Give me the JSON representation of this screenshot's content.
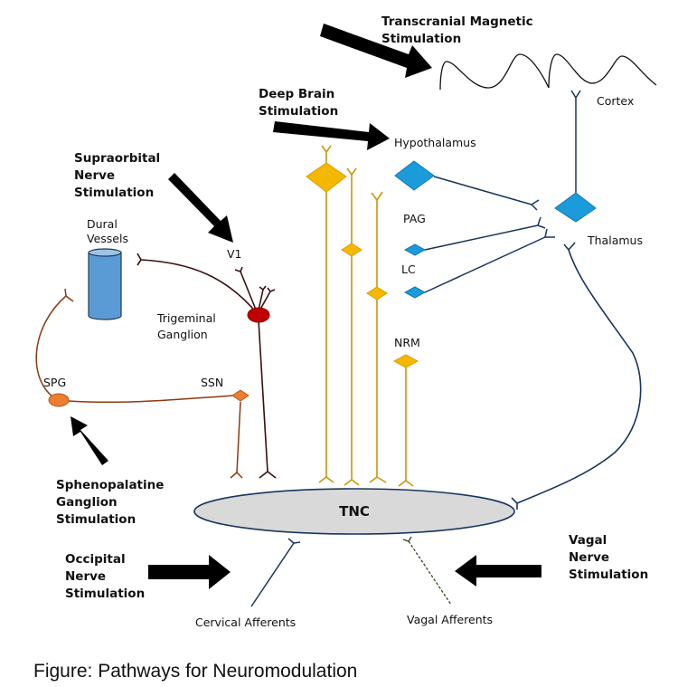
{
  "caption": "Figure: Pathways for Neuromodulation",
  "colors": {
    "yellow_neuron": "#F5B800",
    "yellow_axon": "#C8960A",
    "blue_neuron": "#1C9BDB",
    "blue_axon": "#17365D",
    "trigeminal": "#C00000",
    "trigeminal_axon": "#3A0F0F",
    "spg": "#ED7D31",
    "spg_axon": "#8B3A10",
    "vessel": "#5B9BD5",
    "tnc_fill": "#D9D9D9",
    "arrow": "#000000"
  },
  "stimulations": {
    "tms": [
      "Transcranial  Magnetic",
      "Stimulation"
    ],
    "dbs": [
      "Deep Brain",
      "Stimulation"
    ],
    "son": [
      "Supraorbital",
      "Nerve",
      "Stimulation"
    ],
    "spg": [
      "Sphenopalatine",
      "Ganglion",
      "Stimulation"
    ],
    "on": [
      "Occipital",
      "Nerve",
      "Stimulation"
    ],
    "vns": [
      "Vagal",
      "Nerve",
      "Stimulation"
    ]
  },
  "structures": {
    "cortex": "Cortex",
    "hypothalamus": "Hypothalamus",
    "thalamus": "Thalamus",
    "pag": "PAG",
    "lc": "LC",
    "nrm": "NRM",
    "dural_vessels": [
      "Dural",
      "Vessels"
    ],
    "v1": "V1",
    "trigeminal_ganglion": [
      "Trigeminal",
      "Ganglion"
    ],
    "spg": "SPG",
    "ssn": "SSN",
    "tnc": "TNC",
    "cervical_afferents": "Cervical Afferents",
    "vagal_afferents": "Vagal Afferents"
  }
}
